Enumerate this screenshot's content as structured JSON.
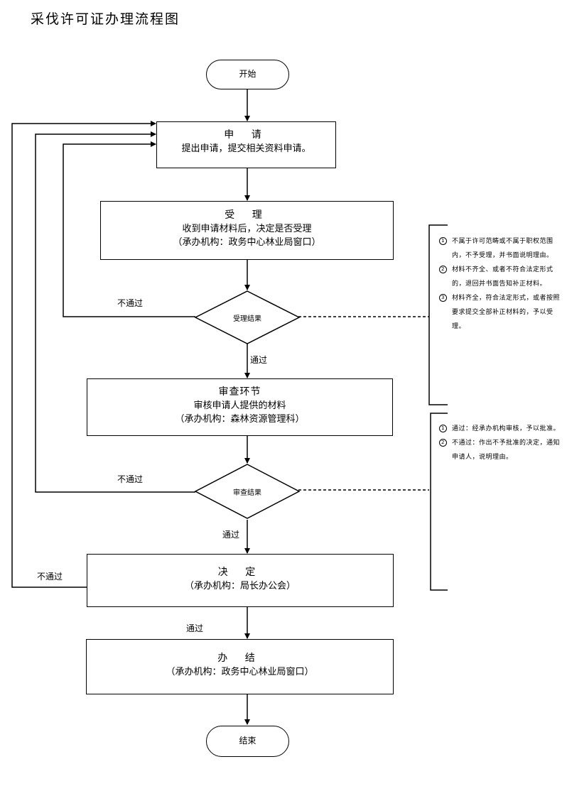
{
  "title": "采伐许可证办理流程图",
  "nodes": {
    "start": "开始",
    "apply": {
      "title": "申 请",
      "desc": "提出申请，提交相关资料申请。"
    },
    "accept": {
      "title": "受 理",
      "desc": "收到申请材料后，决定是否受理",
      "agency": "（承办机构：政务中心林业局窗口）"
    },
    "accept_result": "受理结果",
    "review": {
      "title": "审查环节",
      "desc": "审核申请人提供的材料",
      "agency": "（承办机构：森林资源管理科）"
    },
    "review_result": "审查结果",
    "decide": {
      "title": "决 定",
      "agency": "（承办机构：局长办公会）"
    },
    "complete": {
      "title": "办 结",
      "agency": "（承办机构：政务中心林业局窗口）"
    },
    "end": "结束"
  },
  "edge_labels": {
    "fail_accept": "不通过",
    "pass_accept": "通过",
    "fail_review": "不通过",
    "pass_review": "通过",
    "fail_decide": "不通过",
    "pass_decide": "通过"
  },
  "accept_notes": [
    {
      "num": "1",
      "text": "不属于许可范畴或不属于职权范围内，不予受理，并书面说明理由。"
    },
    {
      "num": "2",
      "text": "材料不齐全、或者不符合法定形式的，退回并书面告知补正材料。"
    },
    {
      "num": "3",
      "text": "材料齐全，符合法定形式，或者按照要求提交全部补正材料的，予以受理。"
    }
  ],
  "review_notes": [
    {
      "num": "1",
      "text": "通过：经承办机构审核，予以批准。"
    },
    {
      "num": "2",
      "text": "不通过：作出不予批准的决定，通知申请人，说明理由。"
    }
  ]
}
